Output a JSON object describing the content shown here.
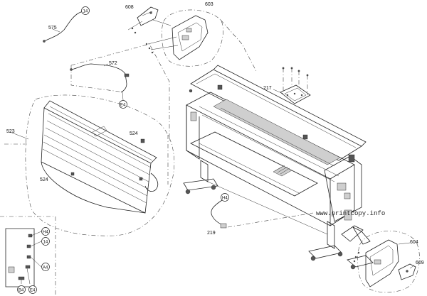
{
  "part_labels": {
    "p575": "575",
    "p572": "572",
    "p608": "608",
    "p603": "603",
    "p523": "523",
    "p524_upper": "524",
    "p524_lower": "524",
    "p217": "217",
    "p219": "219",
    "p604": "604",
    "p609": "609"
  },
  "connector_labels": {
    "c14_top": "14",
    "cE4_top": "E4",
    "cH4_mid": "H4",
    "cH4_inset": "H4",
    "c14_inset": "14",
    "cA4_inset": "A4",
    "cB4_inset": "B4",
    "cE4_inset": "E4"
  },
  "watermark": "www.printcopy.info"
}
